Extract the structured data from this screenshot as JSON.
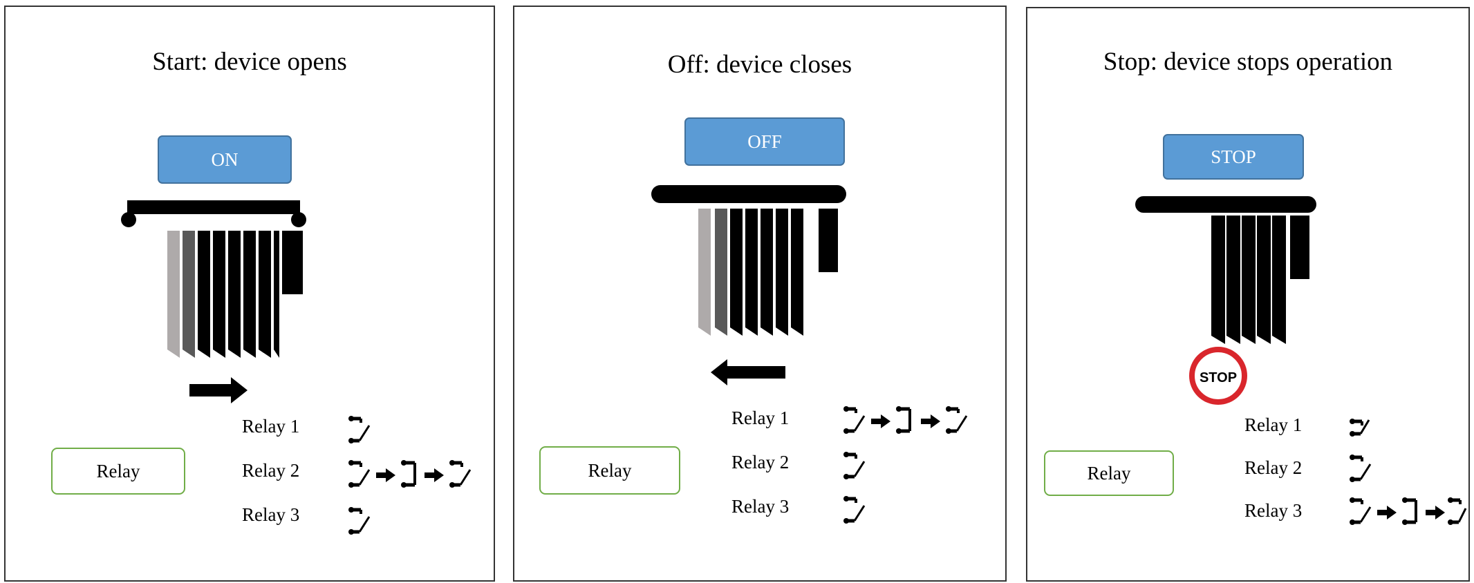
{
  "panels": [
    {
      "title": "Start: device opens",
      "button": "ON",
      "relay_box": "Relay",
      "relays": [
        {
          "label": "Relay 1",
          "sequence": [
            "switch-open-icon"
          ]
        },
        {
          "label": "Relay 2",
          "sequence": [
            "switch-open-icon",
            "switch-closed-icon",
            "switch-open-icon"
          ]
        },
        {
          "label": "Relay 3",
          "sequence": [
            "switch-open-icon"
          ]
        }
      ],
      "motion": "arrow-right-icon"
    },
    {
      "title": "Off: device closes",
      "button": "OFF",
      "relay_box": "Relay",
      "relays": [
        {
          "label": "Relay 1",
          "sequence": [
            "switch-open-icon",
            "switch-closed-icon",
            "switch-open-icon"
          ]
        },
        {
          "label": "Relay 2",
          "sequence": [
            "switch-open-icon"
          ]
        },
        {
          "label": "Relay 3",
          "sequence": [
            "switch-open-icon"
          ]
        }
      ],
      "motion": "arrow-left-icon"
    },
    {
      "title": "Stop: device stops operation",
      "button": "STOP",
      "relay_box": "Relay",
      "relays": [
        {
          "label": "Relay 1",
          "sequence": [
            "switch-open-icon"
          ]
        },
        {
          "label": "Relay 2",
          "sequence": [
            "switch-open-icon"
          ]
        },
        {
          "label": "Relay 3",
          "sequence": [
            "switch-open-icon",
            "switch-closed-icon",
            "switch-open-icon"
          ]
        }
      ],
      "motion": "stop-sign-icon",
      "stop_sign_text": "STOP"
    }
  ],
  "colors": {
    "button_fill": "#5b9bd5",
    "button_border": "#41719c",
    "relay_border": "#70ad47",
    "stop_ring": "#d9262c",
    "slat_light": "#aeaaaa",
    "slat_mid": "#595959",
    "slat_dark": "#000000"
  }
}
